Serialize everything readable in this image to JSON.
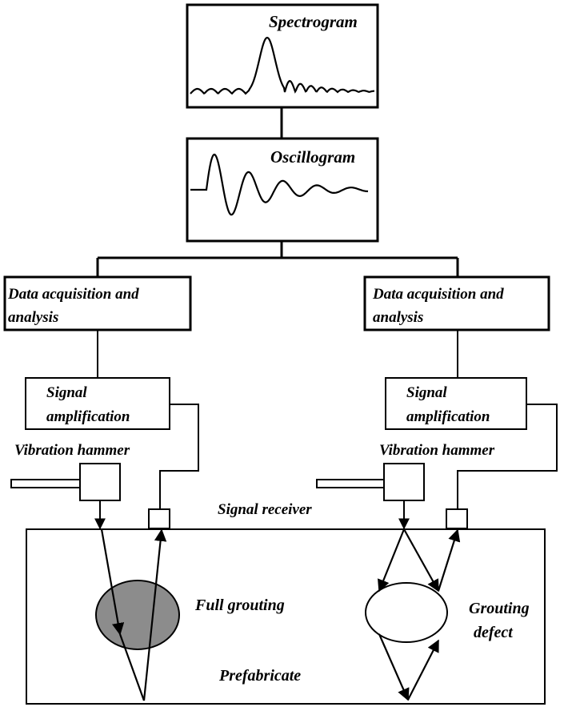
{
  "spectrogram": {
    "title": "Spectrogram"
  },
  "oscillogram": {
    "title": "Oscillogram"
  },
  "left": {
    "daq_line1": "Data acquisition and",
    "daq_line2": "analysis",
    "amp_line1": "Signal",
    "amp_line2": "amplification",
    "hammer": "Vibration hammer",
    "region_label": "Full grouting"
  },
  "right": {
    "daq_line1": "Data acquisition and",
    "daq_line2": "analysis",
    "amp_line1": "Signal",
    "amp_line2": "amplification",
    "hammer": "Vibration hammer",
    "region_line1": "Grouting",
    "region_line2": "defect"
  },
  "receiver": "Signal receiver",
  "body": "Prefabricate",
  "colors": {
    "stroke": "#000000",
    "full_grouting_fill": "#8c8c8c",
    "defect_fill": "#ffffff"
  }
}
